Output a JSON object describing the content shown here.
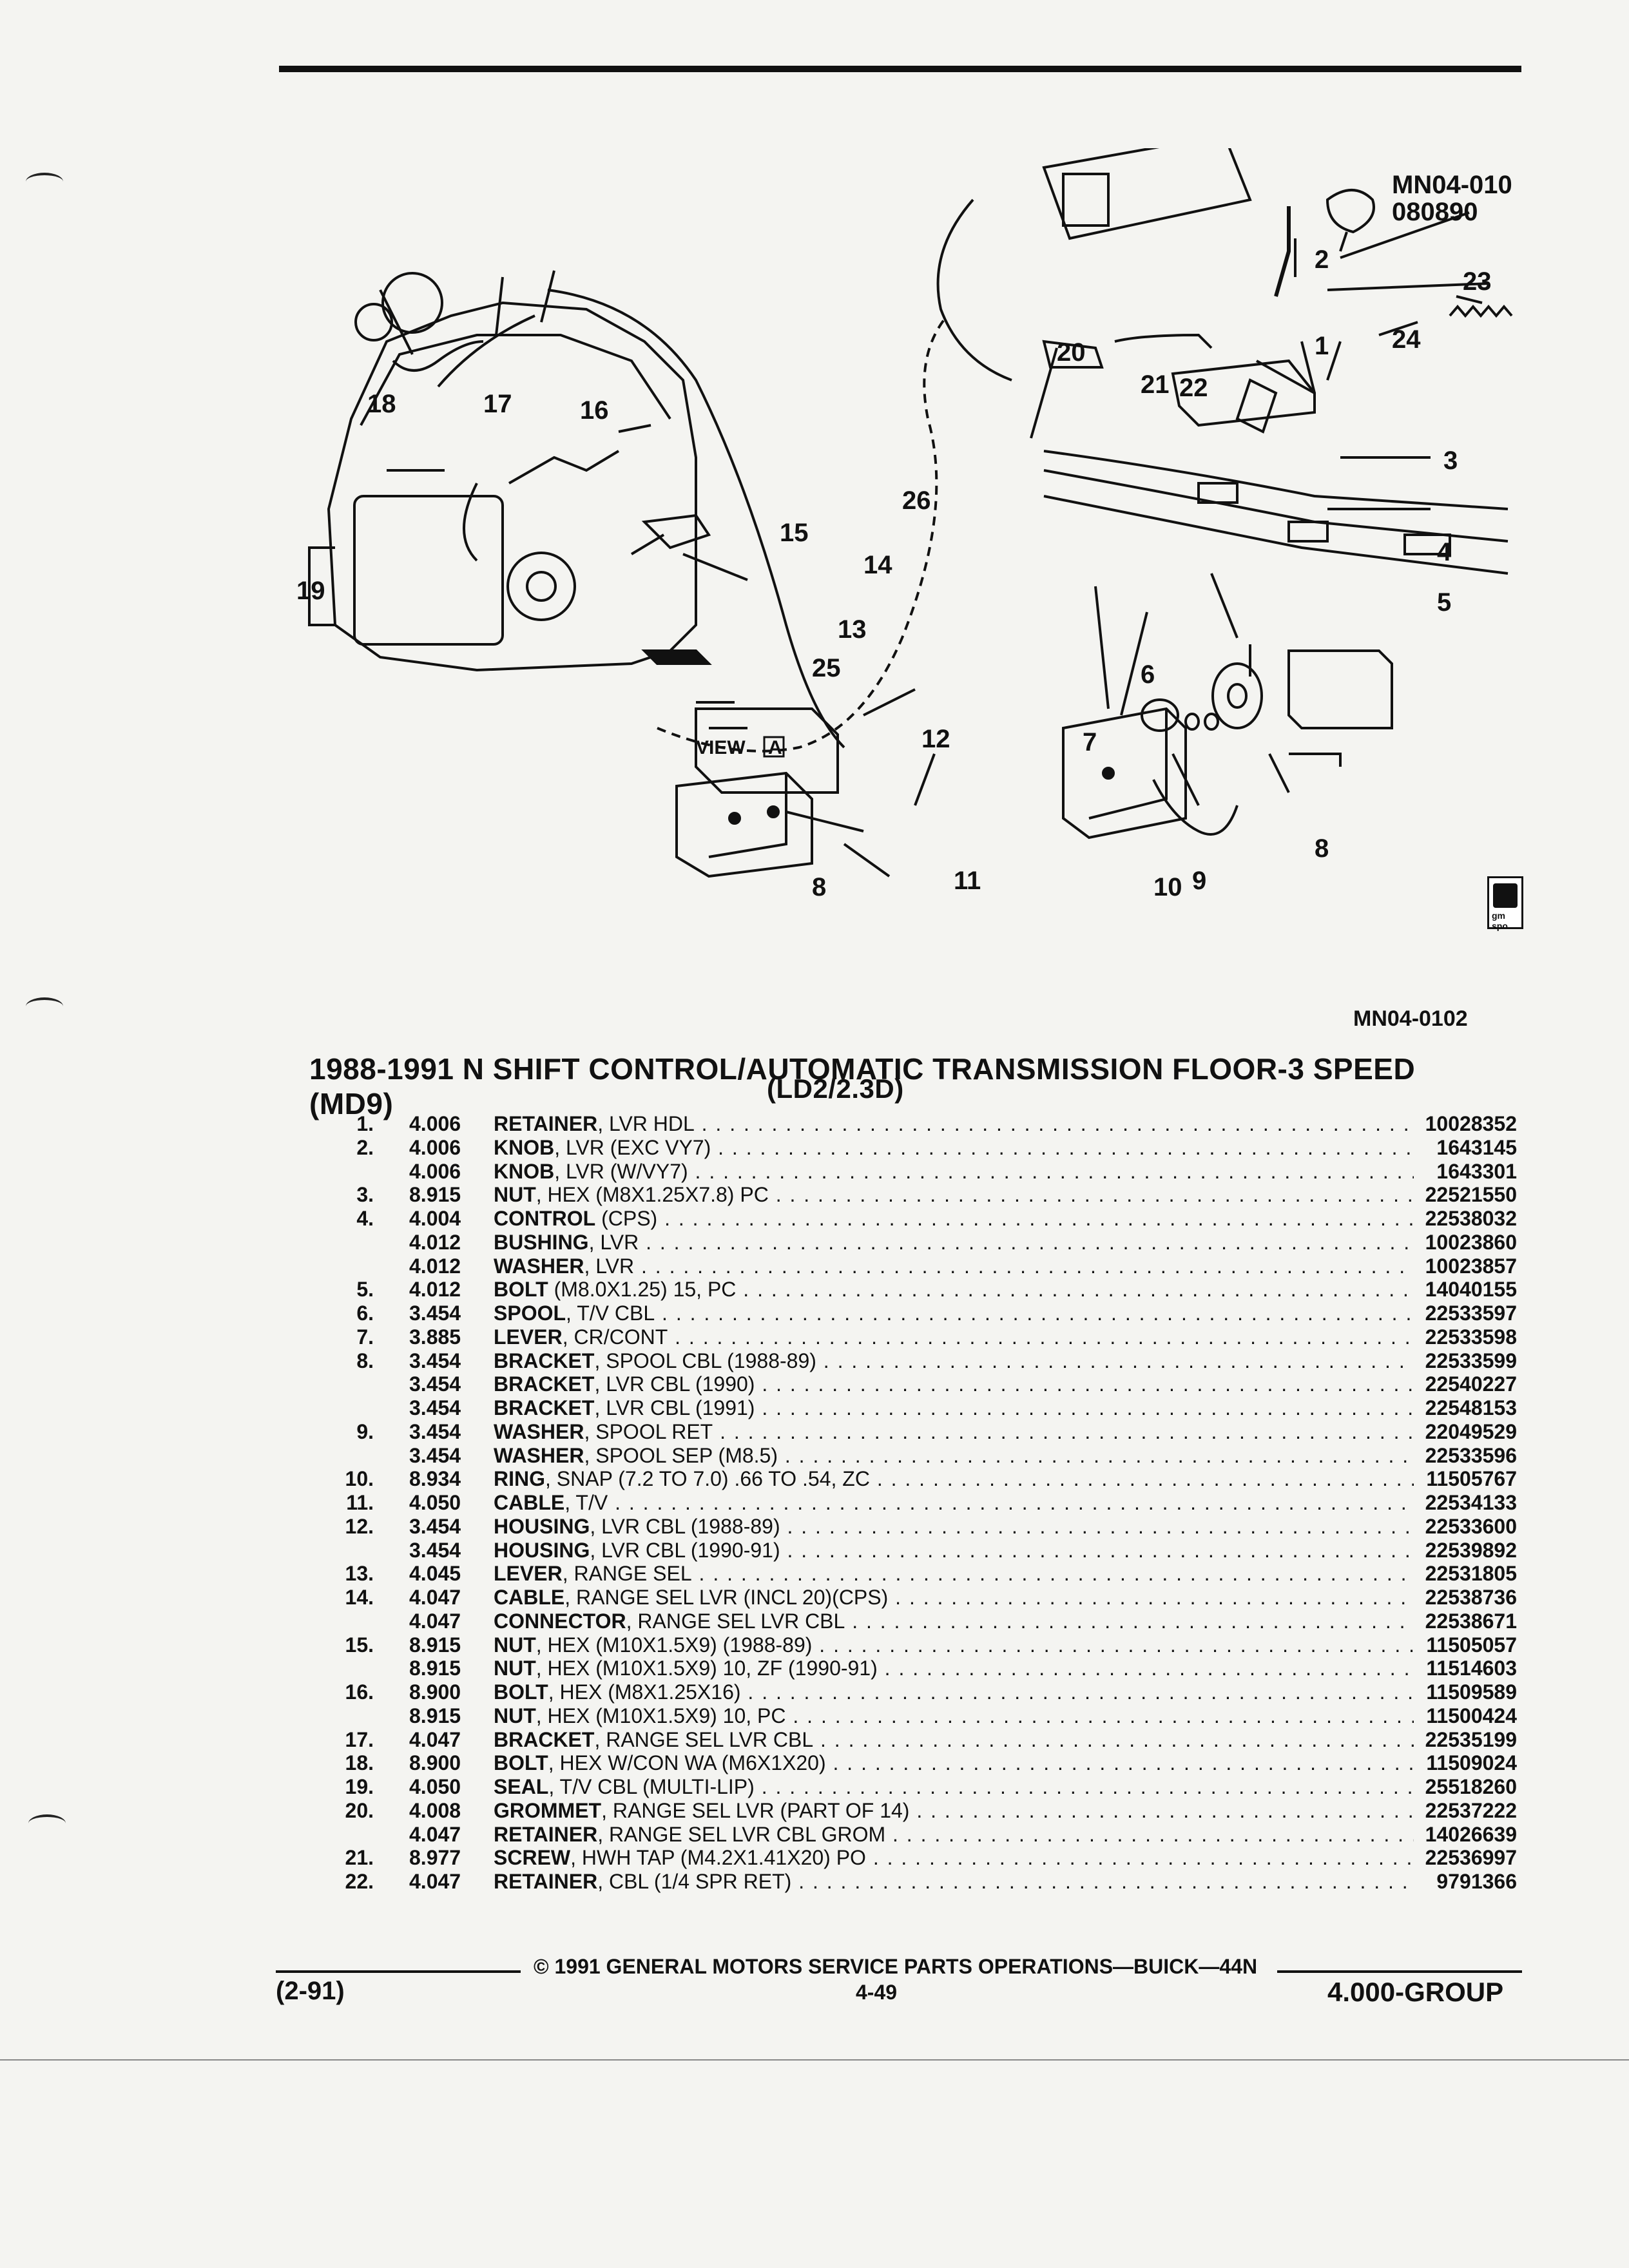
{
  "figure": {
    "code_top": "MN04-010",
    "date_top": "080890",
    "code_bottom": "MN04-0102",
    "view_label": "VIEW",
    "view_letter": "A",
    "badge_text": "gm spo",
    "callouts": [
      "1",
      "2",
      "3",
      "4",
      "5",
      "6",
      "7",
      "8",
      "9",
      "10",
      "11",
      "12",
      "13",
      "14",
      "15",
      "16",
      "17",
      "18",
      "19",
      "20",
      "21",
      "22",
      "23",
      "24",
      "25",
      "26"
    ]
  },
  "title": {
    "line1": "1988-1991 N SHIFT CONTROL/AUTOMATIC TRANSMISSION FLOOR-3 SPEED (MD9)",
    "line2": "(LD2/2.3D)"
  },
  "parts": [
    {
      "num": "1.",
      "group": "4.006",
      "name": "RETAINER",
      "qual": ", LVR HDL",
      "pn": "10028352"
    },
    {
      "num": "2.",
      "group": "4.006",
      "name": "KNOB",
      "qual": ", LVR (EXC VY7)",
      "pn": "1643145"
    },
    {
      "num": "",
      "group": "4.006",
      "name": "KNOB",
      "qual": ", LVR (W/VY7)",
      "pn": "1643301"
    },
    {
      "num": "3.",
      "group": "8.915",
      "name": "NUT",
      "qual": ", HEX (M8X1.25X7.8) PC",
      "pn": "22521550"
    },
    {
      "num": "4.",
      "group": "4.004",
      "name": "CONTROL",
      "qual": " (CPS)",
      "pn": "22538032"
    },
    {
      "num": "",
      "group": "4.012",
      "name": "BUSHING",
      "qual": ", LVR",
      "pn": "10023860"
    },
    {
      "num": "",
      "group": "4.012",
      "name": "WASHER",
      "qual": ", LVR",
      "pn": "10023857"
    },
    {
      "num": "5.",
      "group": "4.012",
      "name": "BOLT",
      "qual": " (M8.0X1.25) 15, PC",
      "pn": "14040155"
    },
    {
      "num": "6.",
      "group": "3.454",
      "name": "SPOOL",
      "qual": ", T/V CBL",
      "pn": "22533597"
    },
    {
      "num": "7.",
      "group": "3.885",
      "name": "LEVER",
      "qual": ", CR/CONT",
      "pn": "22533598"
    },
    {
      "num": "8.",
      "group": "3.454",
      "name": "BRACKET",
      "qual": ", SPOOL CBL (1988-89)",
      "pn": "22533599"
    },
    {
      "num": "",
      "group": "3.454",
      "name": "BRACKET",
      "qual": ", LVR CBL (1990)",
      "pn": "22540227"
    },
    {
      "num": "",
      "group": "3.454",
      "name": "BRACKET",
      "qual": ", LVR CBL (1991)",
      "pn": "22548153"
    },
    {
      "num": "9.",
      "group": "3.454",
      "name": "WASHER",
      "qual": ", SPOOL RET",
      "pn": "22049529"
    },
    {
      "num": "",
      "group": "3.454",
      "name": "WASHER",
      "qual": ", SPOOL SEP (M8.5)",
      "pn": "22533596"
    },
    {
      "num": "10.",
      "group": "8.934",
      "name": "RING",
      "qual": ", SNAP (7.2 TO 7.0) .66 TO .54, ZC",
      "pn": "11505767"
    },
    {
      "num": "11.",
      "group": "4.050",
      "name": "CABLE",
      "qual": ", T/V",
      "pn": "22534133"
    },
    {
      "num": "12.",
      "group": "3.454",
      "name": "HOUSING",
      "qual": ", LVR CBL (1988-89)",
      "pn": "22533600"
    },
    {
      "num": "",
      "group": "3.454",
      "name": "HOUSING",
      "qual": ", LVR CBL (1990-91)",
      "pn": "22539892"
    },
    {
      "num": "13.",
      "group": "4.045",
      "name": "LEVER",
      "qual": ", RANGE SEL",
      "pn": "22531805"
    },
    {
      "num": "14.",
      "group": "4.047",
      "name": "CABLE",
      "qual": ", RANGE SEL LVR (INCL 20)(CPS)",
      "pn": "22538736"
    },
    {
      "num": "",
      "group": "4.047",
      "name": "CONNECTOR",
      "qual": ", RANGE SEL LVR CBL",
      "pn": "22538671"
    },
    {
      "num": "15.",
      "group": "8.915",
      "name": "NUT",
      "qual": ", HEX (M10X1.5X9) (1988-89)",
      "pn": "11505057"
    },
    {
      "num": "",
      "group": "8.915",
      "name": "NUT",
      "qual": ", HEX (M10X1.5X9) 10, ZF (1990-91)",
      "pn": "11514603"
    },
    {
      "num": "16.",
      "group": "8.900",
      "name": "BOLT",
      "qual": ", HEX (M8X1.25X16)",
      "pn": "11509589"
    },
    {
      "num": "",
      "group": "8.915",
      "name": "NUT",
      "qual": ", HEX (M10X1.5X9) 10, PC",
      "pn": "11500424"
    },
    {
      "num": "17.",
      "group": "4.047",
      "name": "BRACKET",
      "qual": ", RANGE SEL LVR CBL",
      "pn": "22535199"
    },
    {
      "num": "18.",
      "group": "8.900",
      "name": "BOLT",
      "qual": ", HEX W/CON WA (M6X1X20)",
      "pn": "11509024"
    },
    {
      "num": "19.",
      "group": "4.050",
      "name": "SEAL",
      "qual": ", T/V CBL (MULTI-LIP)",
      "pn": "25518260"
    },
    {
      "num": "20.",
      "group": "4.008",
      "name": "GROMMET",
      "qual": ", RANGE SEL LVR (PART OF 14)",
      "pn": "22537222"
    },
    {
      "num": "",
      "group": "4.047",
      "name": "RETAINER",
      "qual": ", RANGE SEL LVR CBL GROM",
      "pn": "14026639"
    },
    {
      "num": "21.",
      "group": "8.977",
      "name": "SCREW",
      "qual": ", HWH TAP (M4.2X1.41X20) PO",
      "pn": "22536997"
    },
    {
      "num": "22.",
      "group": "4.047",
      "name": "RETAINER",
      "qual": ", CBL (1/4 SPR RET)",
      "pn": "9791366"
    }
  ],
  "footer": {
    "copyright": "© 1991 GENERAL MOTORS SERVICE PARTS OPERATIONS—BUICK—44N",
    "page": "4-49",
    "date_code": "(2-91)",
    "group": "4.000-GROUP"
  }
}
